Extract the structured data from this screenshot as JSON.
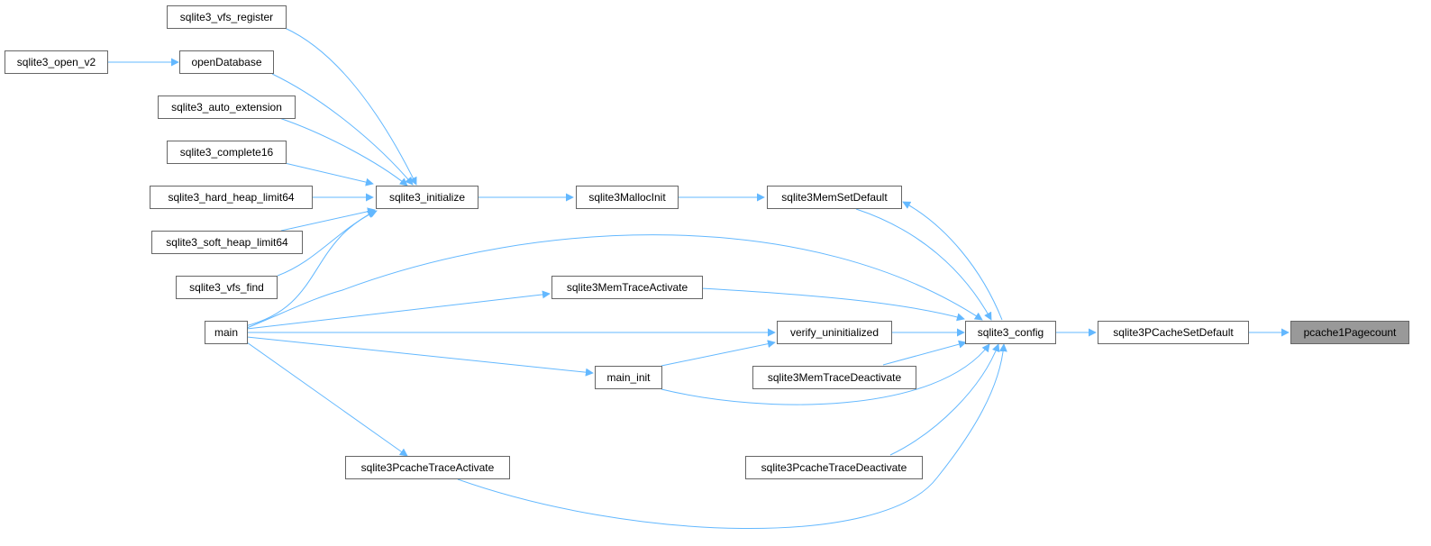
{
  "graph": {
    "colors": {
      "edge": "#63b8ff",
      "node_border": "#666666",
      "node_fill": "#ffffff",
      "highlight_fill": "#999999"
    },
    "nodes": [
      {
        "id": "vfs_register",
        "label": "sqlite3_vfs_register"
      },
      {
        "id": "open_v2",
        "label": "sqlite3_open_v2"
      },
      {
        "id": "openDatabase",
        "label": "openDatabase"
      },
      {
        "id": "auto_extension",
        "label": "sqlite3_auto_extension"
      },
      {
        "id": "complete16",
        "label": "sqlite3_complete16"
      },
      {
        "id": "hard_heap_limit64",
        "label": "sqlite3_hard_heap_limit64"
      },
      {
        "id": "soft_heap_limit64",
        "label": "sqlite3_soft_heap_limit64"
      },
      {
        "id": "vfs_find",
        "label": "sqlite3_vfs_find"
      },
      {
        "id": "main",
        "label": "main"
      },
      {
        "id": "initialize",
        "label": "sqlite3_initialize"
      },
      {
        "id": "MallocInit",
        "label": "sqlite3MallocInit"
      },
      {
        "id": "MemSetDefault",
        "label": "sqlite3MemSetDefault"
      },
      {
        "id": "MemTraceActivate",
        "label": "sqlite3MemTraceActivate"
      },
      {
        "id": "verify_uninitialized",
        "label": "verify_uninitialized"
      },
      {
        "id": "MemTraceDeactivate",
        "label": "sqlite3MemTraceDeactivate"
      },
      {
        "id": "main_init",
        "label": "main_init"
      },
      {
        "id": "PcacheTraceActivate",
        "label": "sqlite3PcacheTraceActivate"
      },
      {
        "id": "PcacheTraceDeactivate",
        "label": "sqlite3PcacheTraceDeactivate"
      },
      {
        "id": "config",
        "label": "sqlite3_config"
      },
      {
        "id": "PCacheSetDefault",
        "label": "sqlite3PCacheSetDefault"
      },
      {
        "id": "Pagecount",
        "label": "pcache1Pagecount",
        "highlight": true
      }
    ],
    "edges": [
      {
        "from": "vfs_register",
        "to": "initialize"
      },
      {
        "from": "open_v2",
        "to": "openDatabase"
      },
      {
        "from": "openDatabase",
        "to": "initialize"
      },
      {
        "from": "auto_extension",
        "to": "initialize"
      },
      {
        "from": "complete16",
        "to": "initialize"
      },
      {
        "from": "hard_heap_limit64",
        "to": "initialize"
      },
      {
        "from": "soft_heap_limit64",
        "to": "initialize"
      },
      {
        "from": "vfs_find",
        "to": "initialize"
      },
      {
        "from": "main",
        "to": "initialize"
      },
      {
        "from": "initialize",
        "to": "MallocInit"
      },
      {
        "from": "MallocInit",
        "to": "MemSetDefault"
      },
      {
        "from": "MemSetDefault",
        "to": "config"
      },
      {
        "from": "config",
        "to": "MemSetDefault"
      },
      {
        "from": "main",
        "to": "config"
      },
      {
        "from": "main",
        "to": "MemTraceActivate"
      },
      {
        "from": "MemTraceActivate",
        "to": "config"
      },
      {
        "from": "main",
        "to": "verify_uninitialized"
      },
      {
        "from": "verify_uninitialized",
        "to": "config"
      },
      {
        "from": "main",
        "to": "main_init"
      },
      {
        "from": "main_init",
        "to": "verify_uninitialized"
      },
      {
        "from": "main_init",
        "to": "config"
      },
      {
        "from": "MemTraceDeactivate",
        "to": "config"
      },
      {
        "from": "main",
        "to": "PcacheTraceActivate"
      },
      {
        "from": "PcacheTraceActivate",
        "to": "config"
      },
      {
        "from": "PcacheTraceDeactivate",
        "to": "config"
      },
      {
        "from": "config",
        "to": "PCacheSetDefault"
      },
      {
        "from": "PCacheSetDefault",
        "to": "Pagecount"
      }
    ]
  }
}
